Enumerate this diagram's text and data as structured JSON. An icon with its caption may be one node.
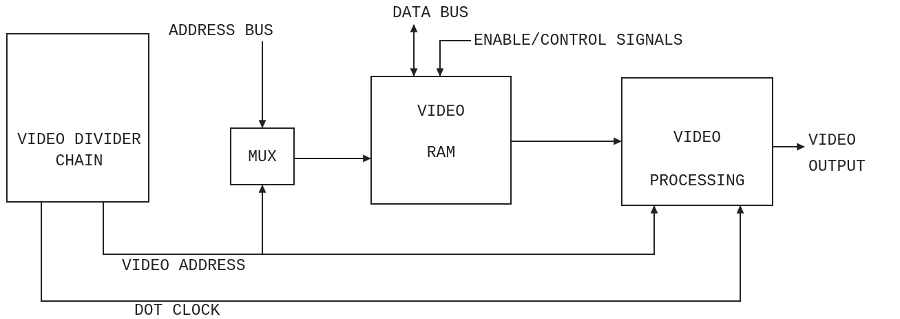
{
  "diagram": {
    "nodes": [
      {
        "text": [
          "VIDEO DIVIDER CHAIN"
        ]
      },
      {
        "text": [
          "ADDRESS BUS"
        ]
      },
      {
        "text": [
          "MUX"
        ]
      },
      {
        "text": [
          "DATA BUS"
        ]
      },
      {
        "text": [
          "ENABLE/CONTROL SIGNALS"
        ]
      },
      {
        "text": [
          "VIDEO RAM"
        ]
      },
      {
        "text": [
          "VIDEO PROCESSING"
        ]
      },
      {
        "text": [
          "VIDEO OUTPUT"
        ]
      }
    ],
    "edges": [
      {
        "from": 1,
        "to": 2,
        "arrow": "to"
      },
      {
        "from": 3,
        "to": 5,
        "arrow": "both"
      },
      {
        "from": 4,
        "to": 5,
        "arrow": "to"
      },
      {
        "from": 2,
        "to": 5,
        "arrow": "to"
      },
      {
        "from": 5,
        "to": 6,
        "arrow": "to"
      },
      {
        "from": 6,
        "to": 7,
        "arrow": "to"
      },
      {
        "from": 0,
        "to": 2,
        "arrow": "to",
        "label": "VIDEO ADDRESS"
      },
      {
        "from": 0,
        "to": 6,
        "arrow": "to"
      },
      {
        "from": 0,
        "to": 6,
        "arrow": "to",
        "label": "DOT CLOCK"
      }
    ]
  }
}
